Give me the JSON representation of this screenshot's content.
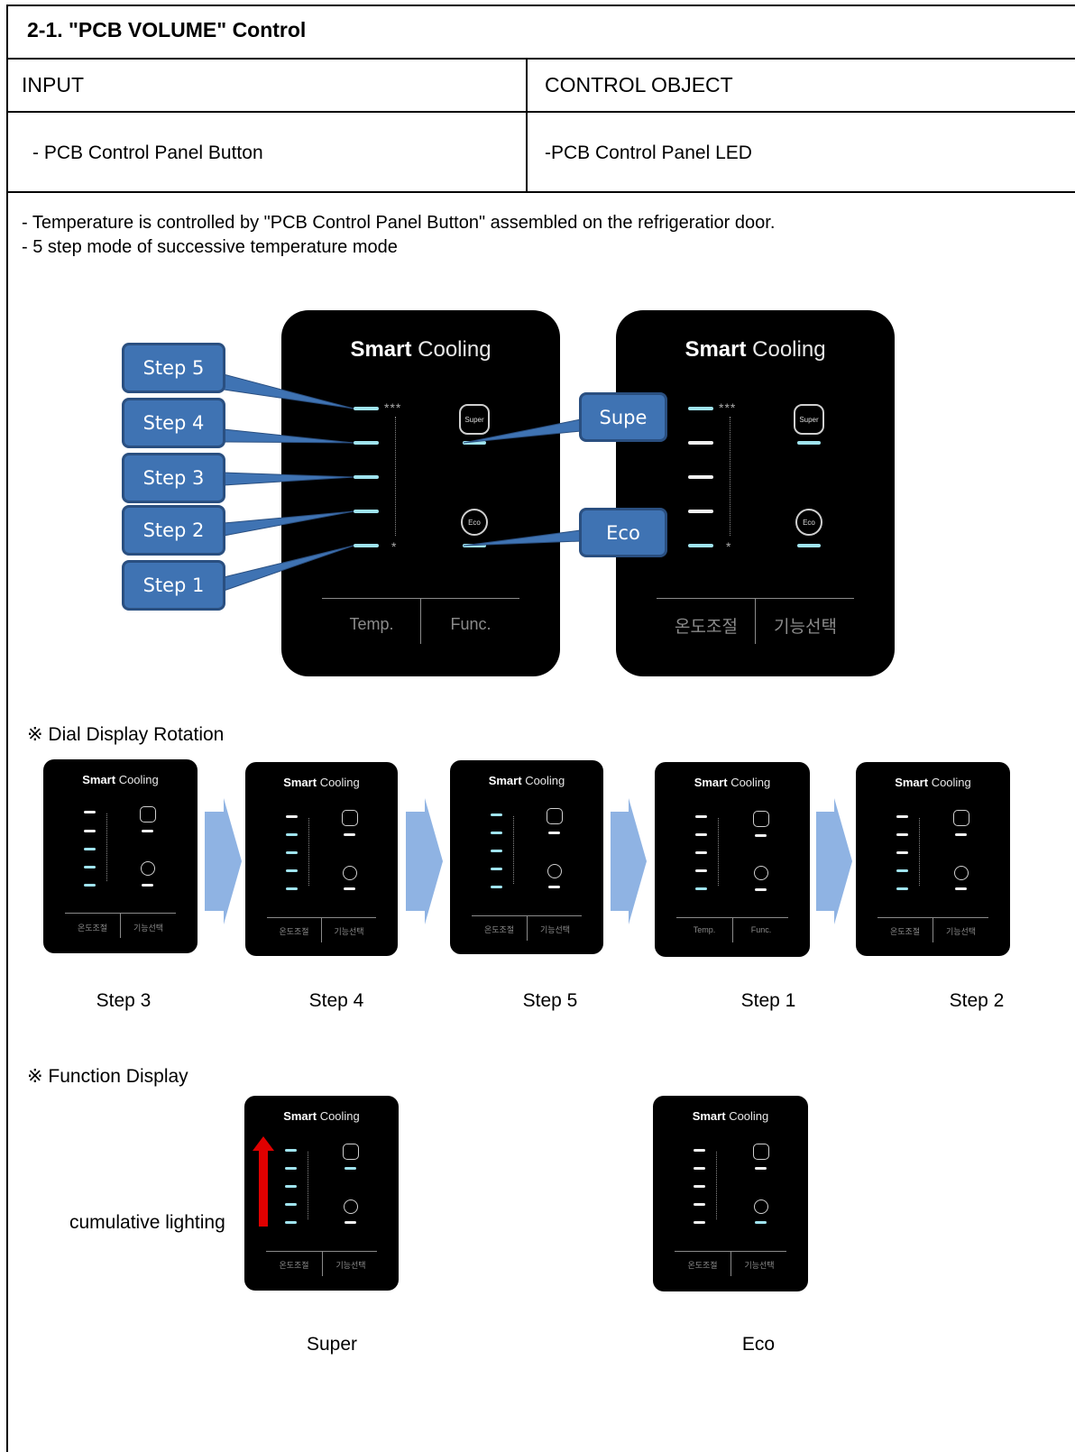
{
  "header": {
    "title": "2-1. \"PCB VOLUME\" Control"
  },
  "table": {
    "col_input": "INPUT",
    "col_control": "CONTROL OBJECT",
    "input_value": "- PCB Control Panel Button",
    "control_value": "-PCB  Control Panel LED"
  },
  "description": {
    "line1": "- Temperature is controlled by \"PCB Control Panel Button\" assembled  on  the refrigeratior door.",
    "line2": "- 5 step mode of successive temperature mode"
  },
  "panel": {
    "brand_bold": "Smart",
    "brand_light": "Cooling",
    "stars_top": "***",
    "stars_bottom": "*",
    "super_text": "Super",
    "eco_text": "Eco",
    "temp_en": "Temp.",
    "func_en": "Func.",
    "temp_ko": "온도조절",
    "func_ko": "기능선택"
  },
  "callouts": {
    "step5": "Step 5",
    "step4": "Step 4",
    "step3": "Step 3",
    "step2": "Step 2",
    "step1": "Step 1",
    "super": "Supe",
    "eco": "Eco"
  },
  "rotation": {
    "title": "※ Dial Display Rotation",
    "captions": [
      "Step 3",
      "Step 4",
      "Step 5",
      "Step 1",
      "Step 2"
    ]
  },
  "function_display": {
    "title": "※ Function Display",
    "cumulative_label": "cumulative lighting",
    "captions": [
      "Super",
      "Eco"
    ]
  },
  "colors": {
    "led_on": "#9fe3ee",
    "callout": "#3f73b3",
    "arrow_red": "#e00000",
    "rotation_arrow": "#8fb3e3"
  }
}
